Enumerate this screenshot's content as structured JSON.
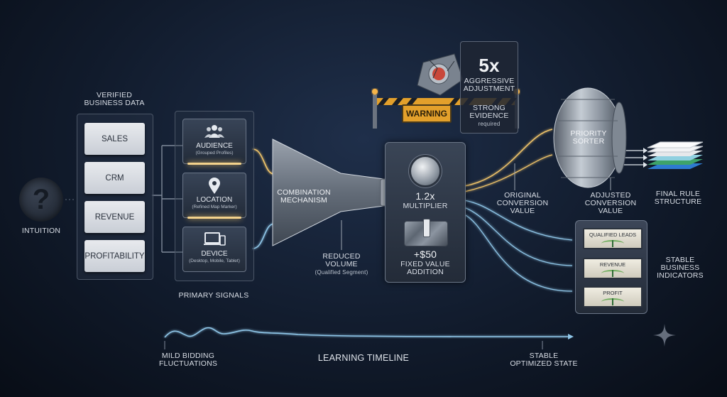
{
  "left": {
    "intuition_glyph": "?",
    "intuition_label": "INTUITION",
    "business_data_title_line1": "VERIFIED",
    "business_data_title_line2": "BUSINESS DATA",
    "business_items": [
      "SALES",
      "CRM",
      "REVENUE",
      "PROFITABILITY"
    ]
  },
  "signals": {
    "caption": "PRIMARY SIGNALS",
    "items": [
      {
        "title": "AUDIENCE",
        "subtitle": "(Grouped Profiles)",
        "icon": "users-icon"
      },
      {
        "title": "LOCATION",
        "subtitle": "(Refined Map Marker)",
        "icon": "map-pin-icon"
      },
      {
        "title": "DEVICE",
        "subtitle": "(Desktop, Mobile, Tablet)",
        "icon": "devices-icon"
      }
    ]
  },
  "funnel": {
    "label_line1": "COMBINATION",
    "label_line2": "MECHANISM",
    "output_line1": "REDUCED",
    "output_line2": "VOLUME",
    "output_sub": "(Qualified Segment)"
  },
  "warning": {
    "badge": "WARNING",
    "big_value": "5x",
    "line1": "AGGRESSIVE",
    "line2": "ADJUSTMENT",
    "line3": "STRONG",
    "line4": "EVIDENCE",
    "line5": "required"
  },
  "multiplier": {
    "value": "1.2x",
    "label": "MULTIPLIER",
    "fixed_value": "+$50",
    "fixed_line1": "FIXED VALUE",
    "fixed_line2": "ADDITION"
  },
  "sorter": {
    "label_line1": "PRIORITY",
    "label_line2": "SORTER",
    "original_line1": "ORIGINAL",
    "original_line2": "CONVERSION",
    "original_line3": "VALUE",
    "adjusted_line1": "ADJUSTED",
    "adjusted_line2": "CONVERSION",
    "adjusted_line3": "VALUE",
    "final_line1": "FINAL RULE",
    "final_line2": "STRUCTURE"
  },
  "indicators": {
    "gauges": [
      "QUALIFIED LEADS",
      "REVENUE",
      "PROFIT"
    ],
    "label_line1": "STABLE",
    "label_line2": "BUSINESS",
    "label_line3": "INDICATORS"
  },
  "timeline": {
    "start_line1": "MILD BIDDING",
    "start_line2": "FLUCTUATIONS",
    "title": "LEARNING TIMELINE",
    "end_line1": "STABLE",
    "end_line2": "OPTIMIZED STATE"
  },
  "colors": {
    "glow_warm": "#f1c56a",
    "glow_cool": "#8fc6e8",
    "warning": "#e3a02b"
  }
}
